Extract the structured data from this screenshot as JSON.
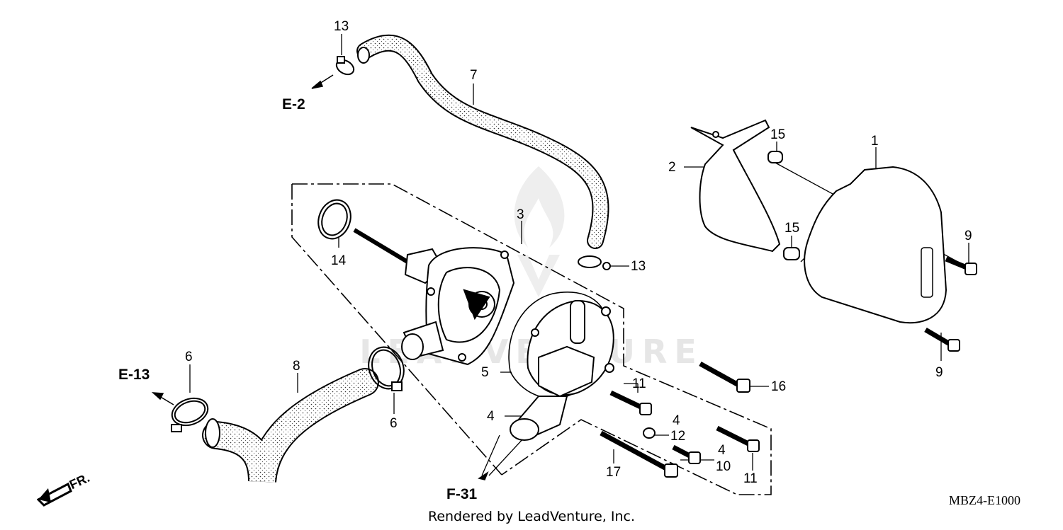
{
  "diagram": {
    "watermark_text": "LEADVENTURE",
    "footer": "Rendered by LeadVenture, Inc.",
    "diagram_code": "MBZ4-E1000",
    "references": {
      "e2": "E-2",
      "e13": "E-13",
      "f31": "F-31",
      "fr": "FR."
    },
    "callouts": [
      {
        "id": "c1",
        "text": "1"
      },
      {
        "id": "c2",
        "text": "2"
      },
      {
        "id": "c3",
        "text": "3"
      },
      {
        "id": "c4a",
        "text": "4"
      },
      {
        "id": "c4b",
        "text": "4"
      },
      {
        "id": "c4c",
        "text": "4"
      },
      {
        "id": "c5",
        "text": "5"
      },
      {
        "id": "c6a",
        "text": "6"
      },
      {
        "id": "c6b",
        "text": "6"
      },
      {
        "id": "c7",
        "text": "7"
      },
      {
        "id": "c8",
        "text": "8"
      },
      {
        "id": "c9a",
        "text": "9"
      },
      {
        "id": "c9b",
        "text": "9"
      },
      {
        "id": "c10",
        "text": "10"
      },
      {
        "id": "c11a",
        "text": "11"
      },
      {
        "id": "c11b",
        "text": "11"
      },
      {
        "id": "c12",
        "text": "12"
      },
      {
        "id": "c13a",
        "text": "13"
      },
      {
        "id": "c13b",
        "text": "13"
      },
      {
        "id": "c14",
        "text": "14"
      },
      {
        "id": "c15a",
        "text": "15"
      },
      {
        "id": "c15b",
        "text": "15"
      },
      {
        "id": "c16",
        "text": "16"
      },
      {
        "id": "c17",
        "text": "17"
      }
    ]
  }
}
